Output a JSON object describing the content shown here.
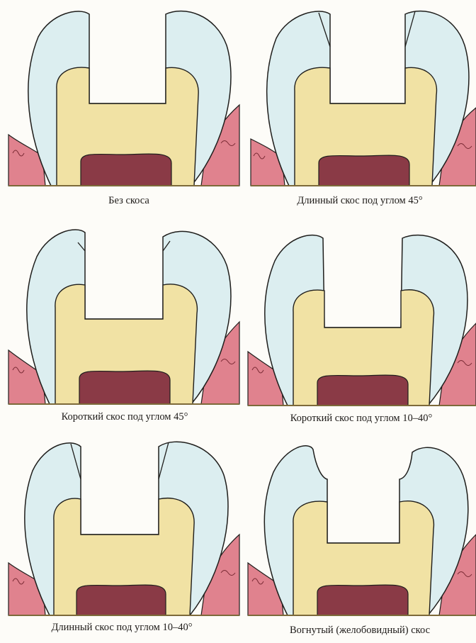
{
  "colors": {
    "enamel": "#dceef0",
    "dentin": "#f1e2a4",
    "pulp": "#8a3a46",
    "gingiva": "#e0828e",
    "outline": "#1f1e1c"
  },
  "panels": [
    {
      "id": "no-bevel",
      "caption": "Без скоса"
    },
    {
      "id": "long-bevel-45",
      "caption": "Длинный скос под углом 45°"
    },
    {
      "id": "short-bevel-45",
      "caption": "Короткий скос под углом 45°"
    },
    {
      "id": "short-bevel-10-40",
      "caption": "Короткий скос под углом 10–40°"
    },
    {
      "id": "long-bevel-10-40",
      "caption": "Длинный скос под углом 10–40°"
    },
    {
      "id": "concave-bevel",
      "caption": "Вогнутый (желобовидный) скос"
    }
  ]
}
